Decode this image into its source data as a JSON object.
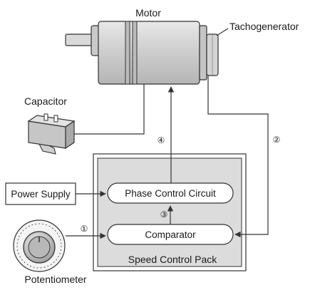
{
  "labels": {
    "motor": "Motor",
    "tachogenerator": "Tachogenerator",
    "capacitor": "Capacitor",
    "power_supply": "Power Supply",
    "phase_control_circuit": "Phase Control Circuit",
    "comparator": "Comparator",
    "speed_control_pack": "Speed Control Pack",
    "potentiometer": "Potentiometer"
  },
  "steps": {
    "one": "①",
    "two": "②",
    "three": "③",
    "four": "④"
  },
  "colors": {
    "pack_fill": "#dcdcdc",
    "component_gray": "#d0d0d0",
    "line": "#333333"
  }
}
